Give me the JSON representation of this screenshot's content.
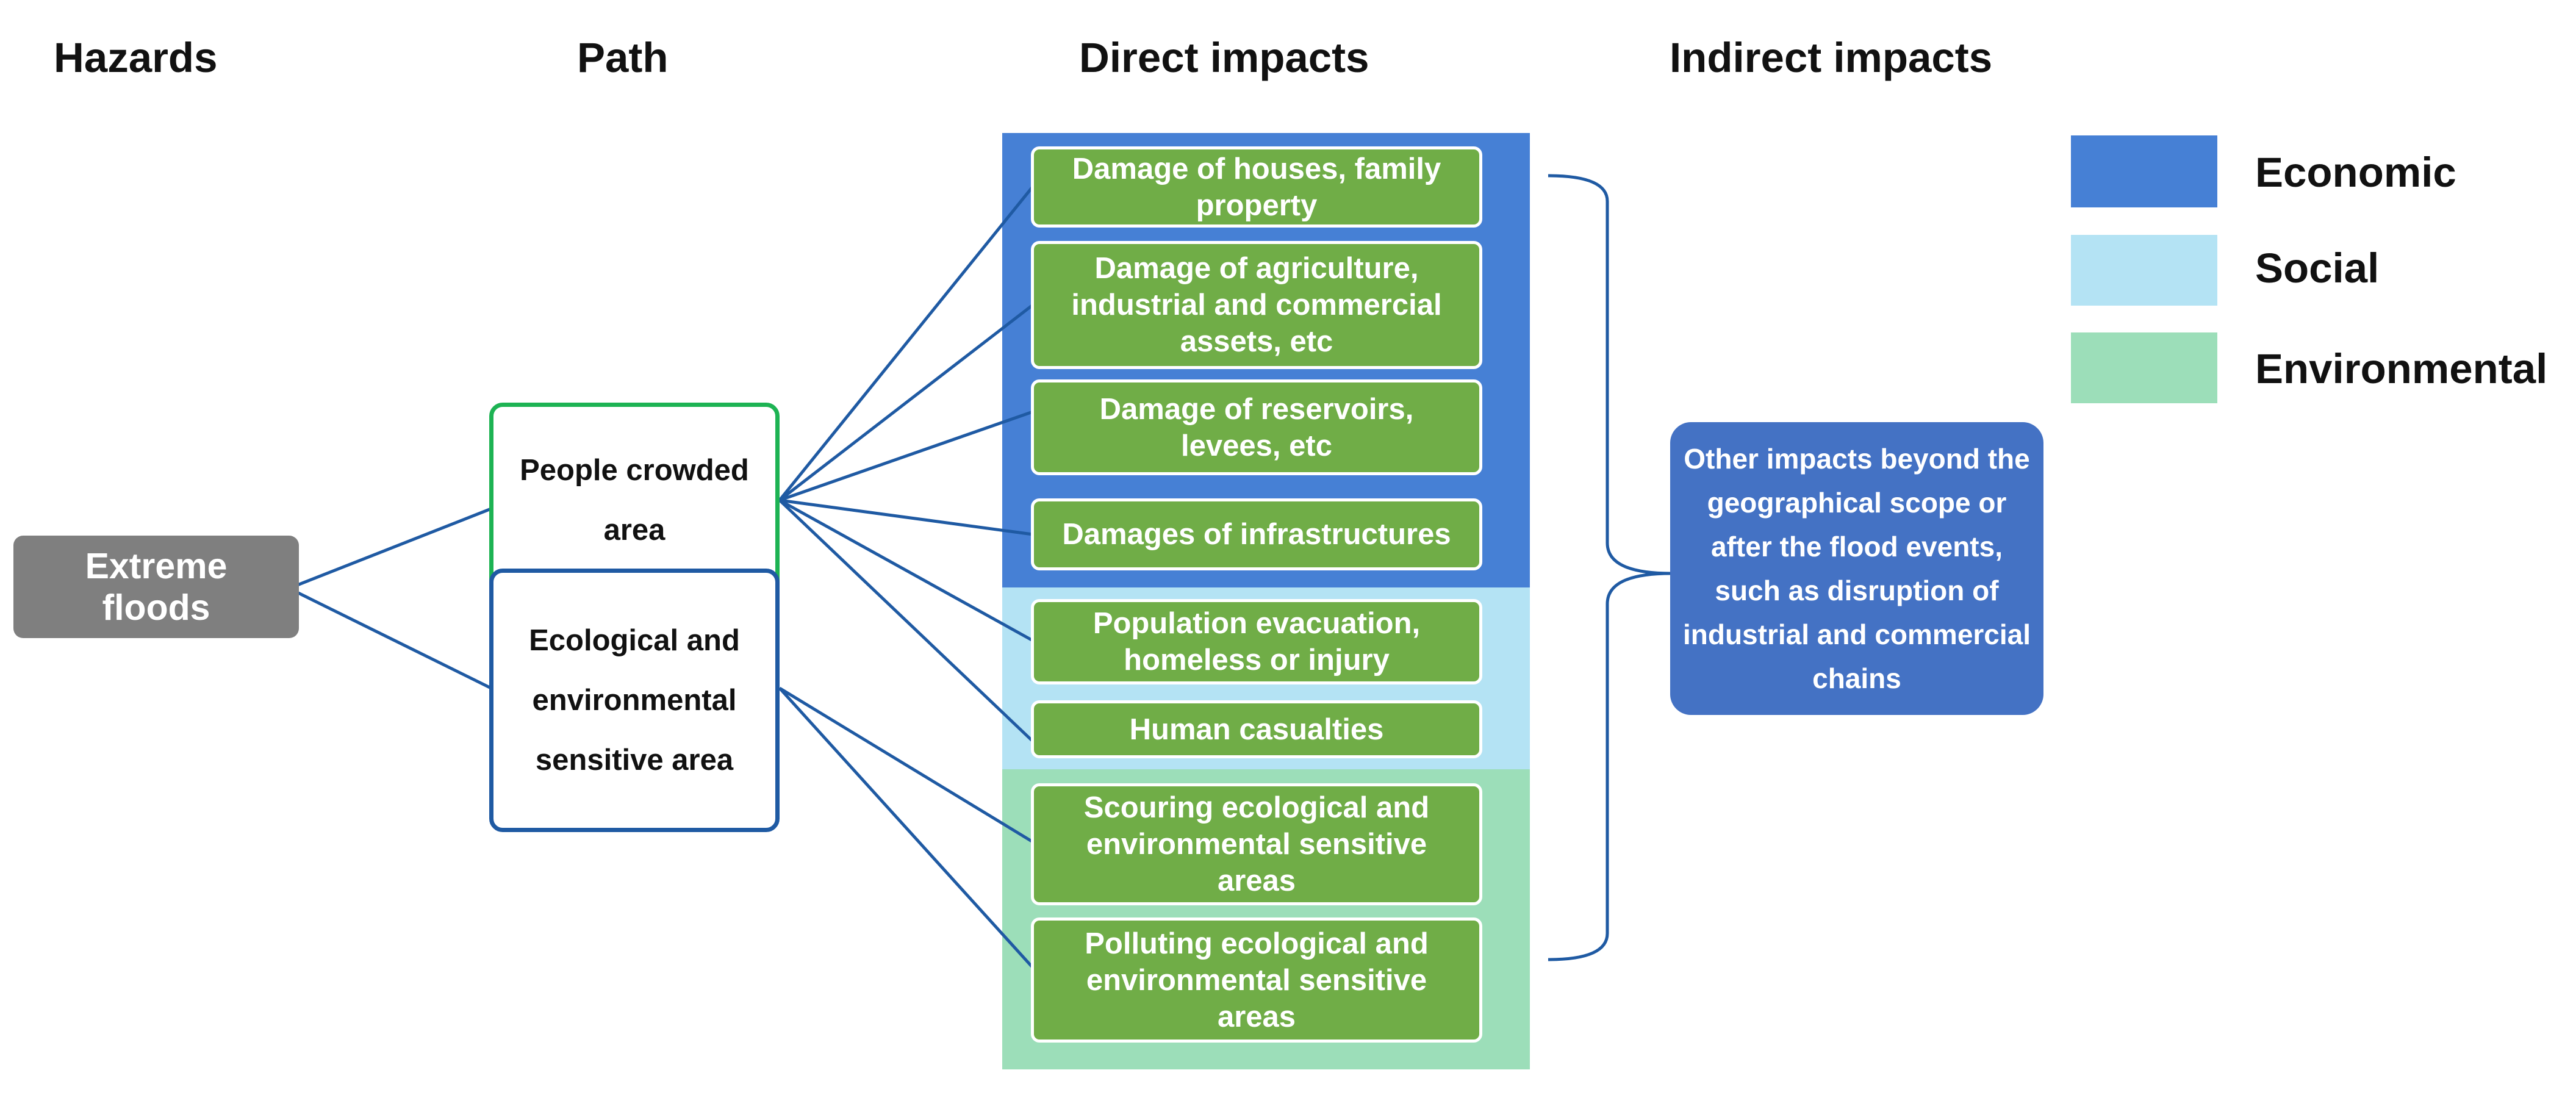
{
  "headers": {
    "hazards": "Hazards",
    "path": "Path",
    "direct": "Direct impacts",
    "indirect": "Indirect impacts"
  },
  "hazard": {
    "label": "Extreme floods"
  },
  "paths": {
    "people": "People crowded area",
    "ecological": "Ecological and environmental sensitive area"
  },
  "direct_impacts": {
    "houses": "Damage of houses, family property",
    "agriculture": "Damage of agriculture, industrial and commercial assets, etc",
    "reservoirs": "Damage of reservoirs, levees, etc",
    "infrastructure": "Damages of infrastructures",
    "evacuation": "Population evacuation, homeless or injury",
    "casualties": "Human casualties",
    "scouring": "Scouring ecological and environmental sensitive areas",
    "polluting": "Polluting ecological and environmental sensitive areas"
  },
  "indirect_impact": {
    "text": "Other impacts beyond the geographical scope or after the flood events, such as disruption of industrial and commercial chains"
  },
  "legend": [
    {
      "label": "Economic",
      "color": "#4680d5"
    },
    {
      "label": "Social",
      "color": "#b4e3f4"
    },
    {
      "label": "Environmental",
      "color": "#9cdeb9"
    }
  ],
  "colors": {
    "economic": "#4680d5",
    "social": "#b4e3f4",
    "environmental": "#9cdeb9",
    "impact_box": "#70ad47",
    "hazard_box": "#7f7f7f",
    "people_border": "#1db353",
    "ecological_border": "#1f5aa3",
    "indirect_box": "#4472c4",
    "connector": "#1f5aa3"
  }
}
